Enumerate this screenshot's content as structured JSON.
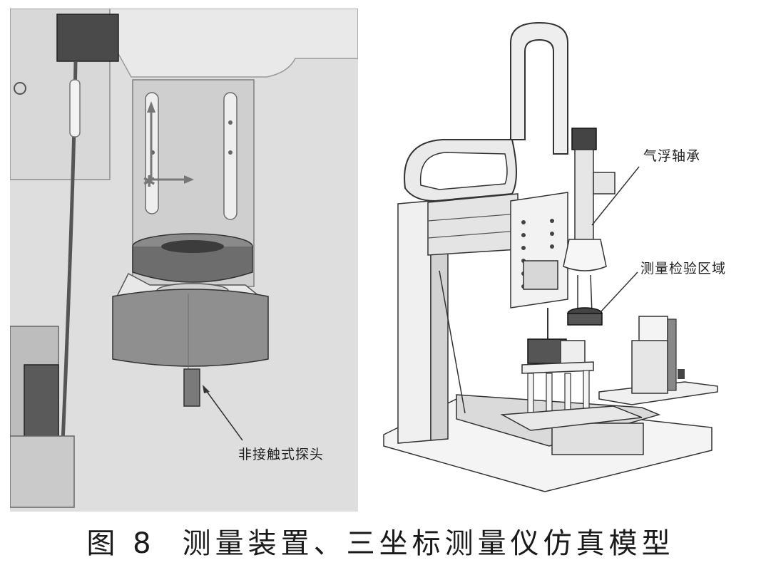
{
  "caption": {
    "figure_number": "图 8",
    "title": "测量装置、三坐标测量仪仿真模型"
  },
  "left_panel": {
    "callout_probe": "非接触式探头"
  },
  "right_panel": {
    "callout_bearing": "气浮轴承",
    "callout_zone": "测量检验区域"
  }
}
